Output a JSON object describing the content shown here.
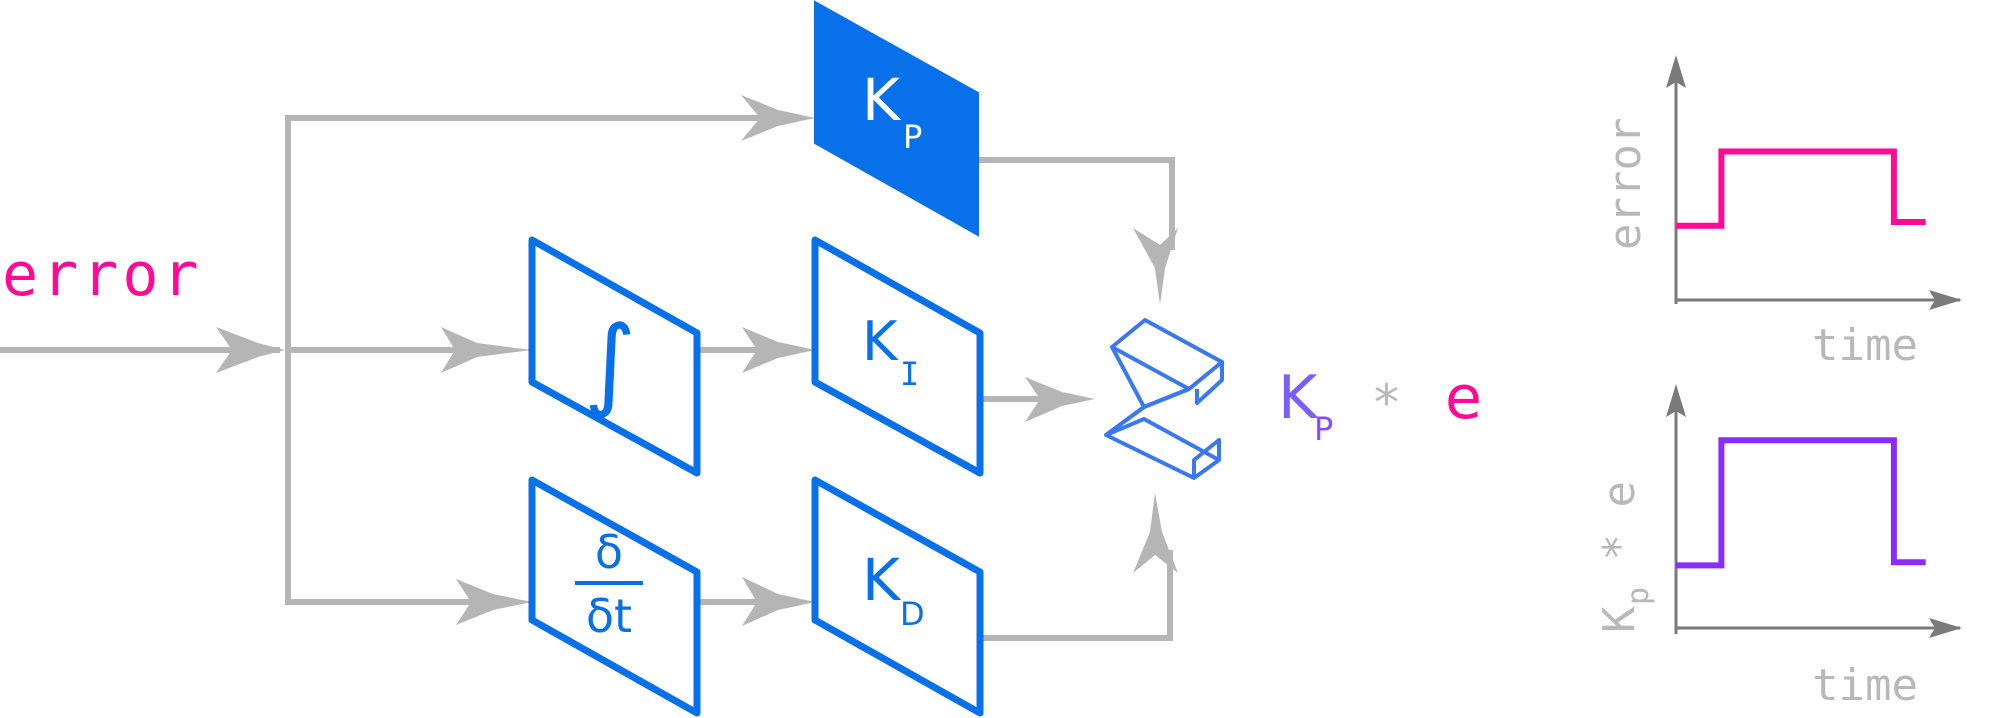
{
  "title": "PID controller diagram highlighting proportional path",
  "colors": {
    "error": "#ff0a96",
    "output": "#8a2bff",
    "block": "#0870e8",
    "sum": "#3a78f2",
    "wire": "#b5b5b5",
    "axis": "#7a7a7a",
    "label_gray": "#b8b8b8"
  },
  "input": {
    "label": "error"
  },
  "blocks": {
    "proportional": {
      "symbol": "K",
      "subscript": "P",
      "highlighted": true
    },
    "integral_op": {
      "symbol": "∫"
    },
    "integral_gain": {
      "symbol": "K",
      "subscript": "I"
    },
    "derivative_op": {
      "numerator": "δ",
      "denominator": "δt"
    },
    "derivative_gain": {
      "symbol": "K",
      "subscript": "D"
    },
    "sum": {
      "icon": "sigma-summation-icon"
    }
  },
  "output": {
    "k": "K",
    "sub": "P",
    "op": "*",
    "e": "e"
  },
  "chart_data": [
    {
      "type": "line",
      "title": "",
      "xlabel": "time",
      "ylabel": "error",
      "step": true,
      "x": [
        0,
        1,
        1,
        4.8,
        4.8,
        5.5
      ],
      "y": [
        1,
        1,
        2,
        2,
        1.05,
        1.05
      ],
      "series_color": "#ff0a96",
      "xlim": [
        0,
        6.3
      ],
      "ylim": [
        0,
        3.3
      ],
      "grid": false
    },
    {
      "type": "line",
      "title": "",
      "xlabel": "time",
      "ylabel": "Kp * e",
      "ylabel_parts": {
        "k": "K",
        "sub": "p",
        "rest": " * e"
      },
      "step": true,
      "x": [
        0,
        1,
        1,
        4.8,
        4.8,
        5.5
      ],
      "y": [
        1,
        1,
        3,
        3,
        1.05,
        1.05
      ],
      "series_color": "#8a2bff",
      "xlim": [
        0,
        6.3
      ],
      "ylim": [
        0,
        3.9
      ],
      "grid": false
    }
  ]
}
